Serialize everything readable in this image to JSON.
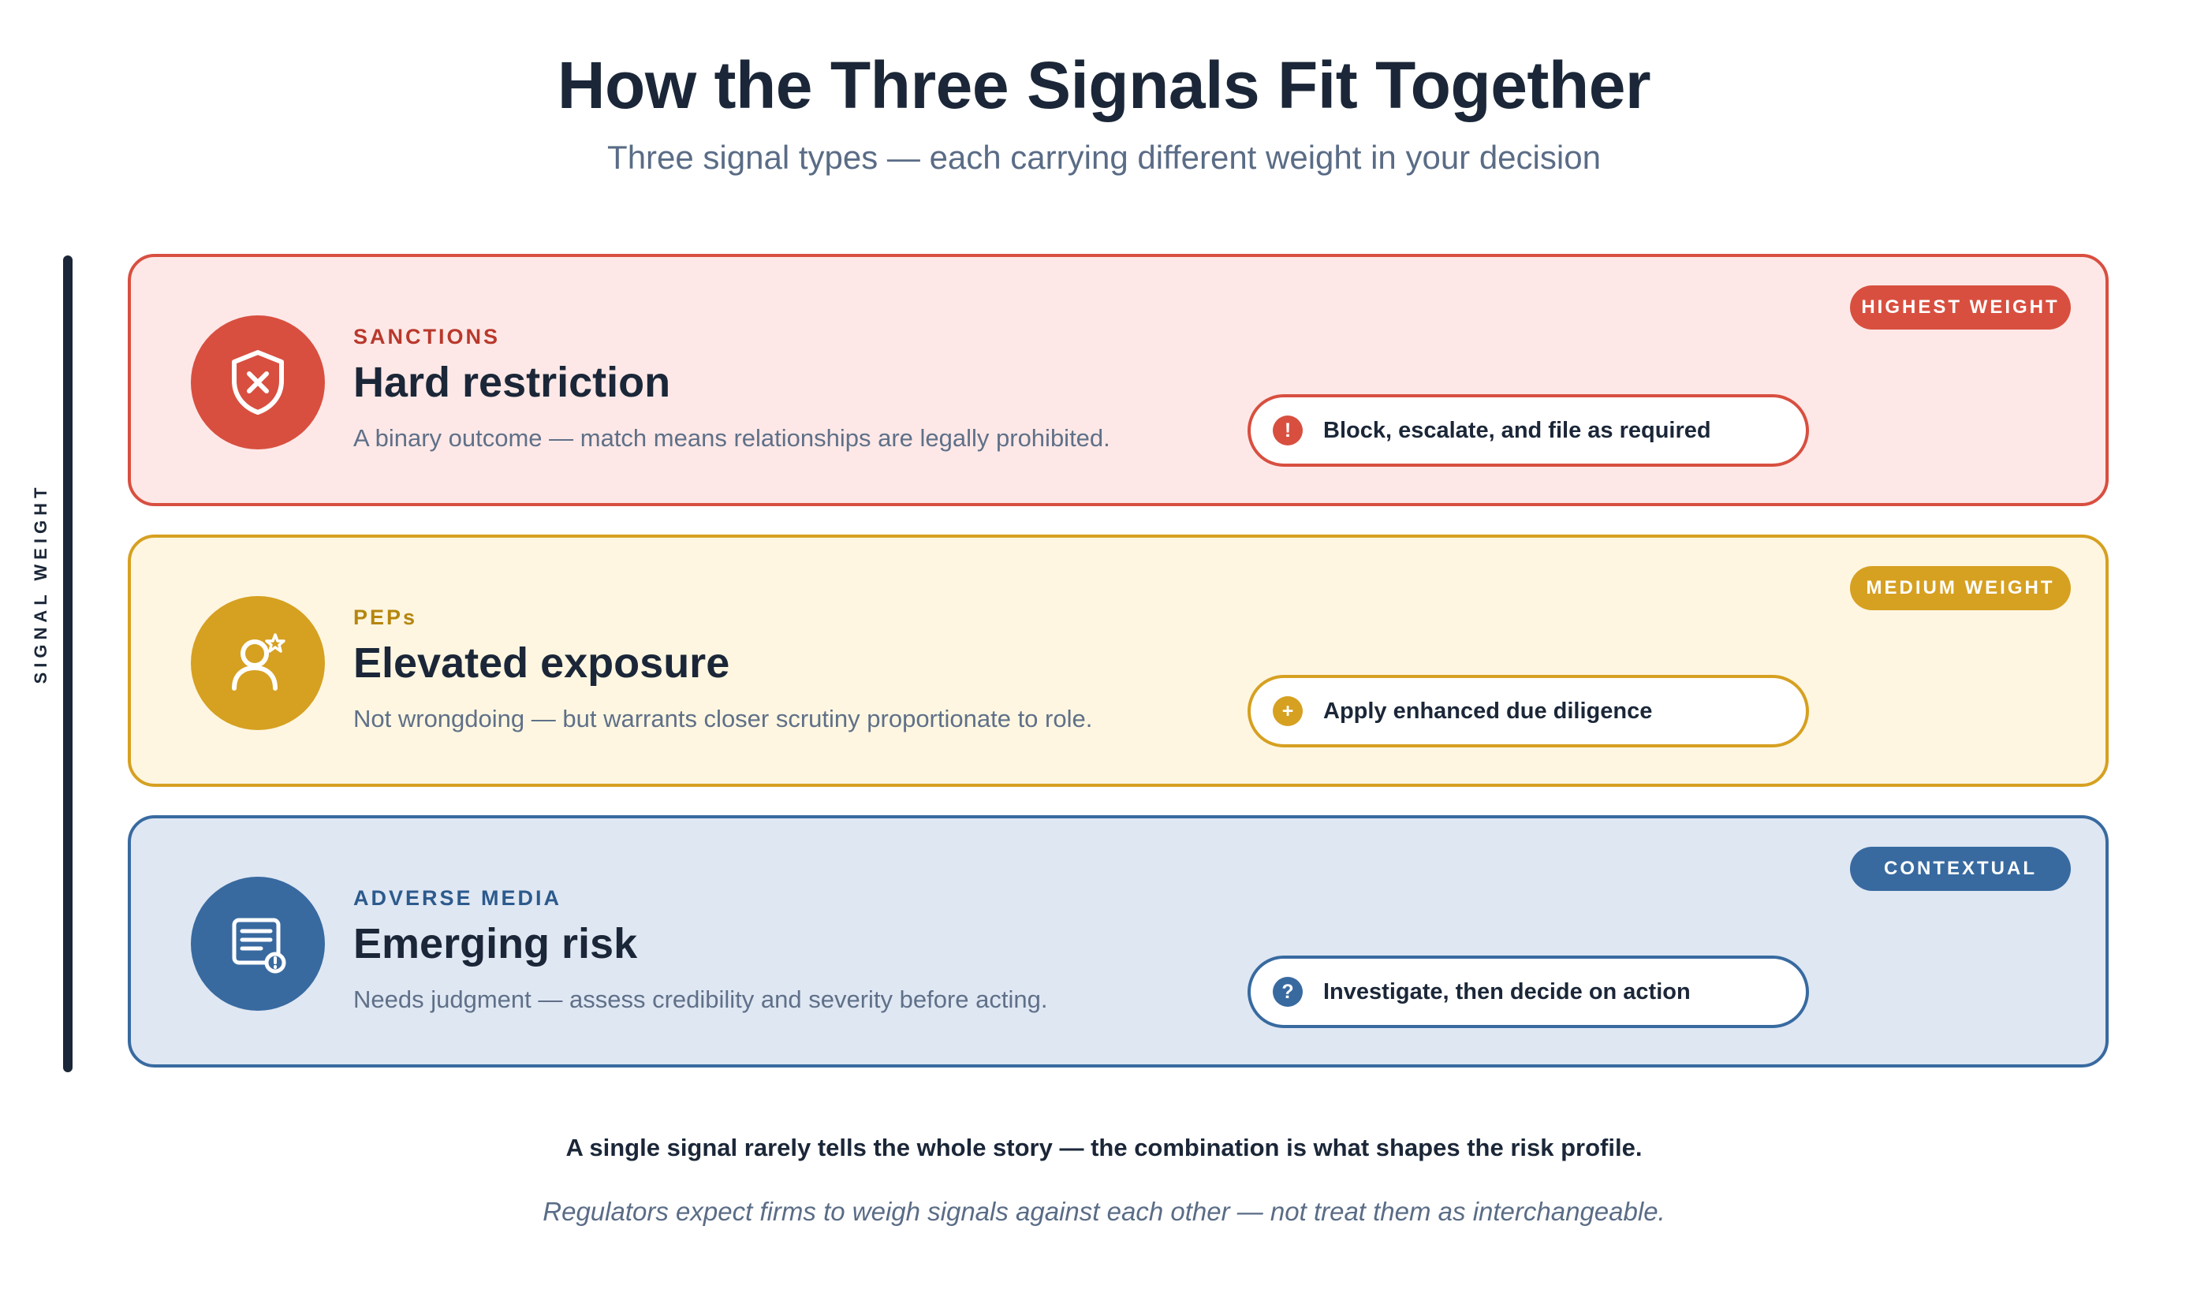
{
  "header": {
    "title": "How the Three Signals Fit Together",
    "subtitle": "Three signal types — each carrying different weight in your decision"
  },
  "axis": {
    "label": "SIGNAL WEIGHT"
  },
  "signals": [
    {
      "category": "SANCTIONS",
      "headline": "Hard restriction",
      "description": "A binary outcome — match means relationships are legally prohibited.",
      "action": "Block, escalate, and file as required",
      "action_icon": "exclamation-icon",
      "action_glyph": "!",
      "badge": "HIGHEST WEIGHT",
      "icon": "shield-x-icon",
      "accent": "#d84f40",
      "background": "#fde8e7",
      "category_color": "#b8392c"
    },
    {
      "category": "PEPs",
      "headline": "Elevated exposure",
      "description": "Not wrongdoing — but warrants closer scrutiny proportionate to role.",
      "action": "Apply enhanced due diligence",
      "action_icon": "plus-icon",
      "action_glyph": "+",
      "badge": "MEDIUM WEIGHT",
      "icon": "person-star-icon",
      "accent": "#d6a021",
      "background": "#fef6e1",
      "category_color": "#b5860f"
    },
    {
      "category": "ADVERSE MEDIA",
      "headline": "Emerging risk",
      "description": "Needs judgment — assess credibility and severity before acting.",
      "action": "Investigate, then decide on action",
      "action_icon": "question-icon",
      "action_glyph": "?",
      "badge": "CONTEXTUAL",
      "icon": "news-alert-icon",
      "accent": "#386aa0",
      "background": "#dfe7f3",
      "category_color": "#2c5a8c"
    }
  ],
  "footer": {
    "main": "A single signal rarely tells the whole story — the combination is what shapes the risk profile.",
    "note": "Regulators expect firms to weigh signals against each other — not treat them as interchangeable."
  }
}
